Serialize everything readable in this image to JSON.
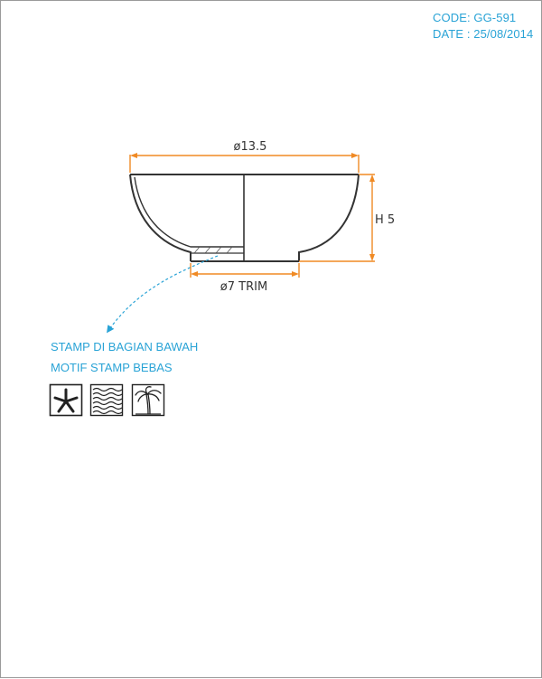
{
  "header": {
    "code": "CODE: GG-591",
    "date": "DATE : 25/08/2014"
  },
  "dimensions": {
    "rim_diameter": "ø13.5",
    "height": "H 5",
    "foot_diameter": "ø7 TRIM"
  },
  "notes": {
    "line1": "STAMP DI BAGIAN BAWAH",
    "line2": "MOTIF STAMP BEBAS"
  },
  "stamp_motifs": [
    {
      "icon": "starfish-icon"
    },
    {
      "icon": "waves-icon"
    },
    {
      "icon": "palm-tree-icon"
    }
  ],
  "colors": {
    "dimension": "#f08a24",
    "annotation": "#29a3d6",
    "outline": "#333333"
  }
}
